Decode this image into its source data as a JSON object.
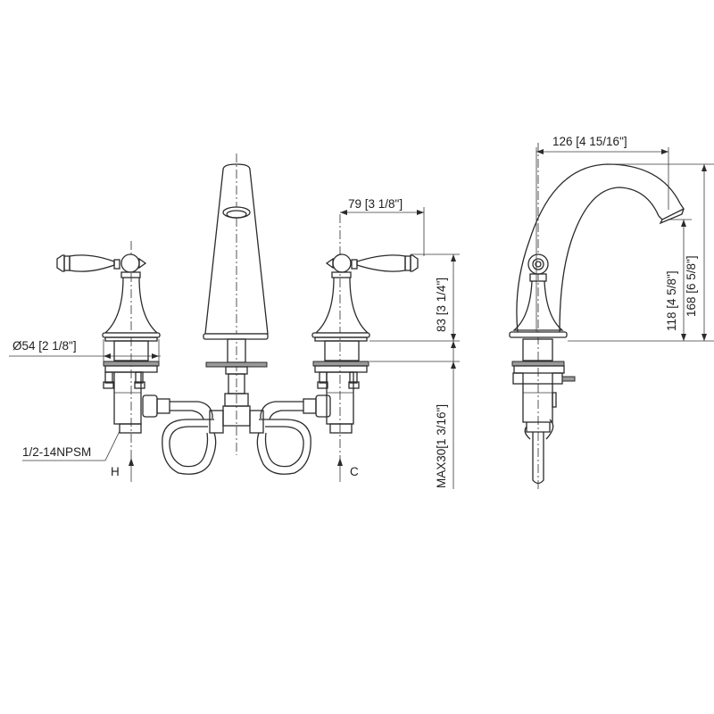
{
  "drawing": {
    "title": "Widespread lavatory faucet dimension drawing",
    "line_color": "#2b2b2b",
    "background": "#ffffff",
    "views": [
      "front-view",
      "side-view"
    ]
  },
  "dimensions": {
    "base_diameter": "Ø54 [2 1/8\"]",
    "handle_reach": "79 [3 1/8\"]",
    "handle_height": "83 [3 1/4\"]",
    "max_deck_thickness": "MAX30[1 3/16\"]",
    "spout_reach": "126 [4 15/16\"]",
    "spout_outlet_height": "118 [4 5/8\"]",
    "spout_total_height": "168 [6 5/8\"]"
  },
  "callouts": {
    "thread_spec": "1/2-14NPSM",
    "hot_label": "H",
    "cold_label": "C"
  }
}
